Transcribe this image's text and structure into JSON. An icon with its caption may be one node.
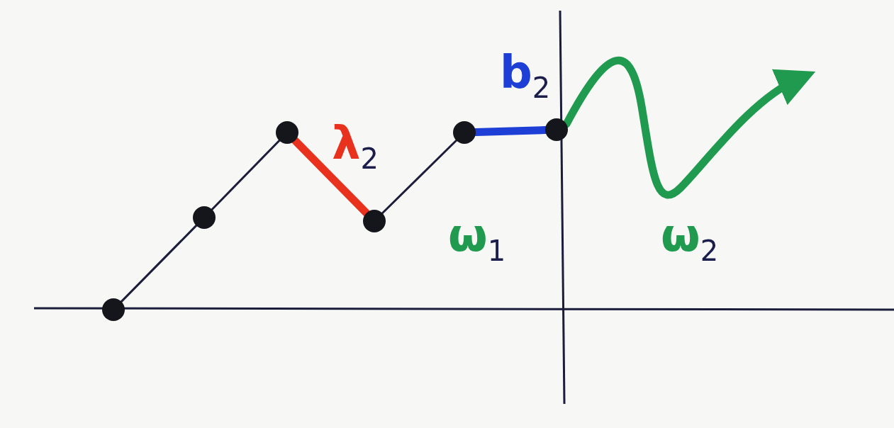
{
  "diagram": {
    "nodes": [
      {
        "text": [],
        "shape": "circle"
      },
      {
        "text": [],
        "shape": "circle"
      },
      {
        "text": [],
        "shape": "circle"
      },
      {
        "text": [],
        "shape": "circle"
      },
      {
        "text": [],
        "shape": "circle"
      },
      {
        "text": [],
        "shape": "circle"
      }
    ],
    "edges": [
      {
        "from": 0,
        "to": 1,
        "arrow": "none"
      },
      {
        "from": 1,
        "to": 2,
        "arrow": "none"
      },
      {
        "from": 2,
        "to": 3,
        "arrow": "none",
        "label": "λ$_{2}$",
        "style": "thick",
        "color": "#e8321e"
      },
      {
        "from": 3,
        "to": 4,
        "arrow": "none"
      },
      {
        "from": 4,
        "to": 5,
        "arrow": "none",
        "label": "b$_{2}$",
        "style": "thick",
        "color": "#1e3fd6"
      },
      {
        "from": 5,
        "to": null,
        "arrow": "to",
        "style": "thick",
        "color": "#1f9a4f"
      }
    ],
    "labels": [
      "ω$_{1}$",
      "ω$_{2}$"
    ]
  }
}
